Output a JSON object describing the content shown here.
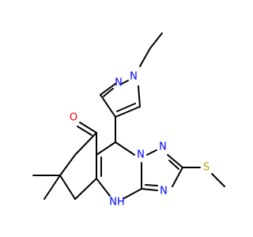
{
  "molecule": {
    "atom_labels": {
      "n_pyrazole_1": "N",
      "n_pyrazole_2": "N",
      "o_carbonyl": "O",
      "n_triazole_1": "N",
      "n_triazole_2": "N",
      "n_triazole_3": "N",
      "s_thioether": "S",
      "nh_amine": "NH"
    },
    "colors": {
      "nitrogen": "#0000ff",
      "oxygen": "#ff0000",
      "sulfur": "#b8a000",
      "bond": "#000000"
    }
  }
}
